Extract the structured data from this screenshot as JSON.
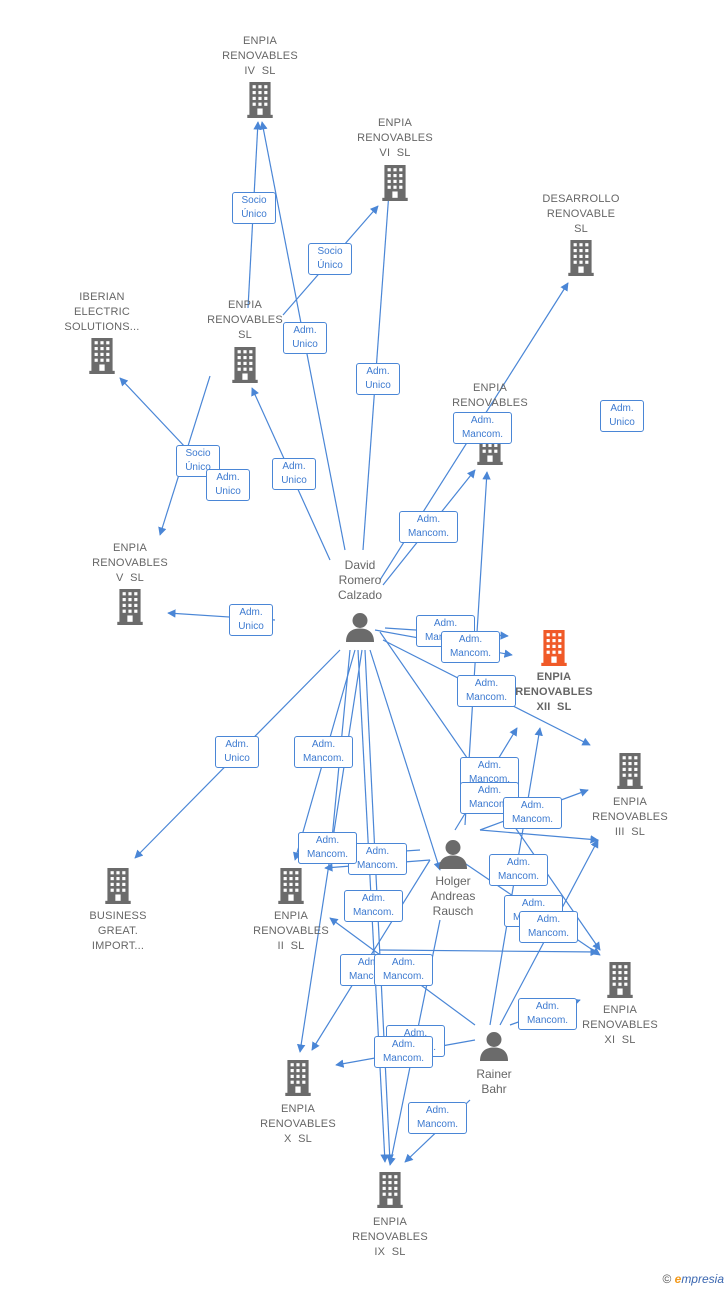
{
  "colors": {
    "edge": "#4a86d6",
    "building": "#6b6b6b",
    "building_highlight": "#f05a28",
    "person": "#6b6b6b",
    "label": "#666666"
  },
  "companies": [
    {
      "id": "iv",
      "name": "ENPIA\nRENOVABLES\nIV  SL"
    },
    {
      "id": "vi",
      "name": "ENPIA\nRENOVABLES\nVI  SL"
    },
    {
      "id": "desarrollo",
      "name": "DESARROLLO\nRENOVABLE\nSL"
    },
    {
      "id": "iberian",
      "name": "IBERIAN\nELECTRIC\nSOLUTIONS..."
    },
    {
      "id": "sl",
      "name": "ENPIA\nRENOVABLES\nSL"
    },
    {
      "id": "vii",
      "name": "ENPIA\nRENOVABLES\nVII  SL"
    },
    {
      "id": "v",
      "name": "ENPIA\nRENOVABLES\nV  SL"
    },
    {
      "id": "xii",
      "name": "ENPIA\nRENOVABLES\nXII  SL",
      "highlight": true
    },
    {
      "id": "iii",
      "name": "ENPIA\nRENOVABLES\nIII  SL"
    },
    {
      "id": "business",
      "name": "BUSINESS\nGREAT.\nIMPORT..."
    },
    {
      "id": "ii",
      "name": "ENPIA\nRENOVABLES\nII  SL"
    },
    {
      "id": "xi",
      "name": "ENPIA\nRENOVABLES\nXI  SL"
    },
    {
      "id": "x",
      "name": "ENPIA\nRENOVABLES\nX  SL"
    },
    {
      "id": "ix",
      "name": "ENPIA\nRENOVABLES\nIX  SL"
    }
  ],
  "people": [
    {
      "id": "david",
      "name": "David\nRomero\nCalzado"
    },
    {
      "id": "holger",
      "name": "Holger\nAndreas\nRausch"
    },
    {
      "id": "rainer",
      "name": "Rainer\nBahr"
    }
  ],
  "edges": [
    {
      "from": "sl",
      "to": "iv",
      "label": "Socio\nÚnico"
    },
    {
      "from": "sl",
      "to": "vi",
      "label": "Socio\nÚnico"
    },
    {
      "from": "david",
      "to": "iv",
      "label": "Adm.\nUnico"
    },
    {
      "from": "david",
      "to": "vi",
      "label": "Adm.\nUnico"
    },
    {
      "from": "david",
      "to": "desarrollo",
      "label": "Adm.\nUnico"
    },
    {
      "from": "sl",
      "to": "v",
      "label": "Socio\nÚnico"
    },
    {
      "from": "david",
      "to": "iberian",
      "label": "Adm.\nUnico"
    },
    {
      "from": "david",
      "to": "sl",
      "label": "Adm.\nUnico"
    },
    {
      "from": "david",
      "to": "vii",
      "label": "Adm.\nMancom."
    },
    {
      "from": "david",
      "to": "v",
      "label": "Adm.\nUnico"
    },
    {
      "from": "david",
      "to": "xii",
      "label": "Adm.\nMancom."
    },
    {
      "from": "david",
      "to": "xii",
      "label": "Adm.\nMancom."
    },
    {
      "from": "david",
      "to": "iii",
      "label": "Adm.\nMancom."
    },
    {
      "from": "david",
      "to": "business",
      "label": "Adm.\nUnico"
    },
    {
      "from": "david",
      "to": "ii",
      "label": "Adm.\nMancom."
    },
    {
      "from": "david",
      "to": "xi",
      "label": "Adm.\nMancom."
    },
    {
      "from": "holger",
      "to": "vii",
      "label": "Adm.\nMancom."
    },
    {
      "from": "holger",
      "to": "xii",
      "label": "Adm.\nMancom."
    },
    {
      "from": "holger",
      "to": "iii",
      "label": "Adm.\nMancom."
    },
    {
      "from": "holger",
      "to": "ii",
      "label": "Adm.\nMancom."
    },
    {
      "from": "holger",
      "to": "x",
      "label": "Adm.\nMancom."
    },
    {
      "from": "holger",
      "to": "xi",
      "label": "Adm.\nMancom."
    },
    {
      "from": "holger",
      "to": "ix",
      "label": "Adm.\nMancom."
    },
    {
      "from": "david",
      "to": "x",
      "label": "Adm.\nMancom."
    },
    {
      "from": "david",
      "to": "ix",
      "label": "Adm.\nMancom."
    },
    {
      "from": "rainer",
      "to": "xii",
      "label": "Adm.\nMancom."
    },
    {
      "from": "rainer",
      "to": "iii",
      "label": "Adm.\nMancom."
    },
    {
      "from": "rainer",
      "to": "xi",
      "label": "Adm.\nMancom."
    },
    {
      "from": "rainer",
      "to": "ii",
      "label": "Adm.\nMancom."
    },
    {
      "from": "rainer",
      "to": "x",
      "label": "Adm.\nMancom."
    },
    {
      "from": "rainer",
      "to": "ix",
      "label": "Adm.\nMancom."
    },
    {
      "from": "rainer",
      "to": "ix",
      "label": "Adm.\nMancom."
    }
  ],
  "footer": {
    "copyright": "©",
    "brand_first": "e",
    "brand_rest": "mpresia"
  }
}
